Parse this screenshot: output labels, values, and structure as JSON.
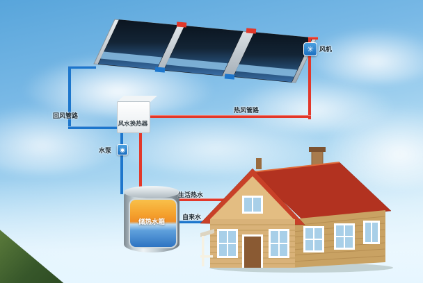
{
  "diagram": {
    "type": "solar-air-collector-heating-and-hot-water-system",
    "collector": {
      "name": "solar-air-collector-array",
      "panel_count": 3
    },
    "fan": {
      "label": "风机"
    },
    "heat_exchanger": {
      "label": "风水换热器"
    },
    "pump": {
      "label": "水泵"
    },
    "storage_tank": {
      "label": "储热水箱"
    },
    "house": {
      "name": "residential-house"
    },
    "pipes": {
      "hot_air": {
        "label": "热风管路",
        "color": "#e2382a",
        "from": "collectors",
        "to": "heat_exchanger"
      },
      "return_air": {
        "label": "回风管路",
        "color": "#1d76cc",
        "from": "heat_exchanger",
        "to": "collectors"
      },
      "domestic_hot_water": {
        "label": "生活热水",
        "color": "#e2382a",
        "from": "storage_tank",
        "to": "house"
      },
      "tap_water": {
        "label": "自来水",
        "color": "#1d76cc",
        "from": "house",
        "to": "storage_tank"
      }
    },
    "icons": {
      "fan": "✳",
      "pump": "◉"
    },
    "colors": {
      "hot_pipe": "#e2382a",
      "cold_pipe": "#1d76cc",
      "sky_top": "#58a5db",
      "sky_bottom": "#eef8fd",
      "panel_dark": "#0b1520",
      "panel_light": "#85b9df",
      "tank_hot": "#f5a22e",
      "tank_cold": "#2e74c2",
      "roof": "#c84028",
      "wall": "#d9b279",
      "mountain": "#37572a"
    }
  }
}
